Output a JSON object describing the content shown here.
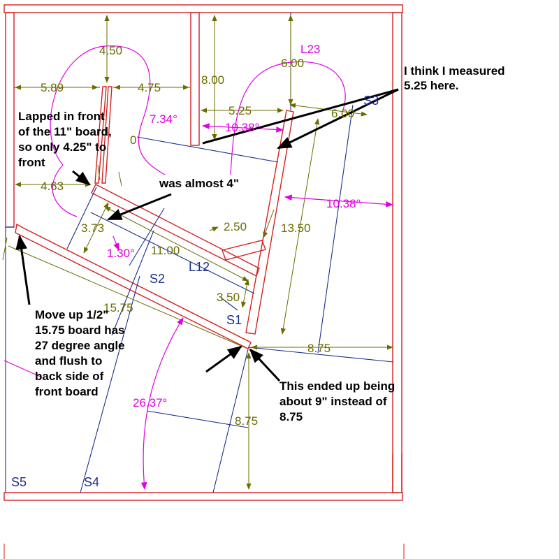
{
  "colors": {
    "wall": "#d42020",
    "blueline": "#1c2f8a",
    "dimension": "#6b6b00",
    "angle": "#e000e0",
    "note": "#000000"
  },
  "dimensions": {
    "d_450": "4.50",
    "d_589": "5.89",
    "d_475": "4.75",
    "d_800": "8.00",
    "d_600_top": "6.00",
    "d_525": "5.25",
    "d_600_mid": "6.00",
    "d_463": "4.63",
    "d_373": "3.73",
    "d_1100": "11.00",
    "d_250": "2.50",
    "d_1350": "13.50",
    "d_350": "3.50",
    "d_875_right": "8.75",
    "d_875_bottom": "8.75",
    "d_1575": "15.75",
    "d_0": "0"
  },
  "angles": {
    "a_734": "7.34°",
    "a_1038_left": "10.38°",
    "a_1038_right": "10.38°",
    "a_130": "1.30°",
    "a_2637": "26.37°"
  },
  "labels": {
    "l23": "L23",
    "s3": "S3",
    "l12": "L12",
    "s2": "S2",
    "s1": "S1",
    "s5": "S5",
    "s4": "S4"
  },
  "notes": {
    "n1": [
      "I think I measured",
      "5.25 here."
    ],
    "n2": [
      "Lapped in front",
      "of the 11\" board,",
      "so only 4.25\" to",
      "front"
    ],
    "n3": [
      "was almost 4\""
    ],
    "n4": [
      "Move up 1/2\"",
      "15.75 board has",
      "27 degree angle",
      "and flush to",
      "back side of",
      "front board"
    ],
    "n5": [
      "This ended up being",
      "about 9\" instead of",
      "8.75"
    ]
  }
}
